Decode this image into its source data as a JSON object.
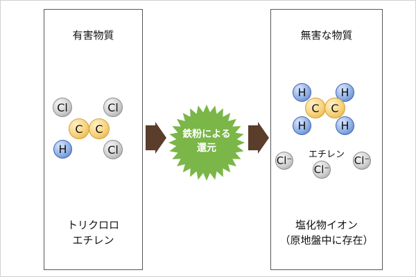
{
  "left_panel": {
    "title": "有害物質",
    "atoms": {
      "cl1": "Cl",
      "cl2": "Cl",
      "cl3": "Cl",
      "c1": "C",
      "c2": "C",
      "h1": "H"
    },
    "caption_line1": "トリクロロ",
    "caption_line2": "エチレン"
  },
  "center": {
    "burst_line1": "鉄粉による",
    "burst_line2": "還元",
    "colors": {
      "burst": "#7ab648",
      "arrow": "#5a3d2a"
    }
  },
  "right_panel": {
    "title": "無害な物質",
    "atoms": {
      "h1": "H",
      "h2": "H",
      "h3": "H",
      "h4": "H",
      "c1": "C",
      "c2": "C"
    },
    "molecule_label": "エチレン",
    "ions": [
      "Cl⁻",
      "Cl⁻",
      "Cl⁻"
    ],
    "caption_line1": "塩化物イオン",
    "caption_line2": "（原地盤中に存在）"
  }
}
